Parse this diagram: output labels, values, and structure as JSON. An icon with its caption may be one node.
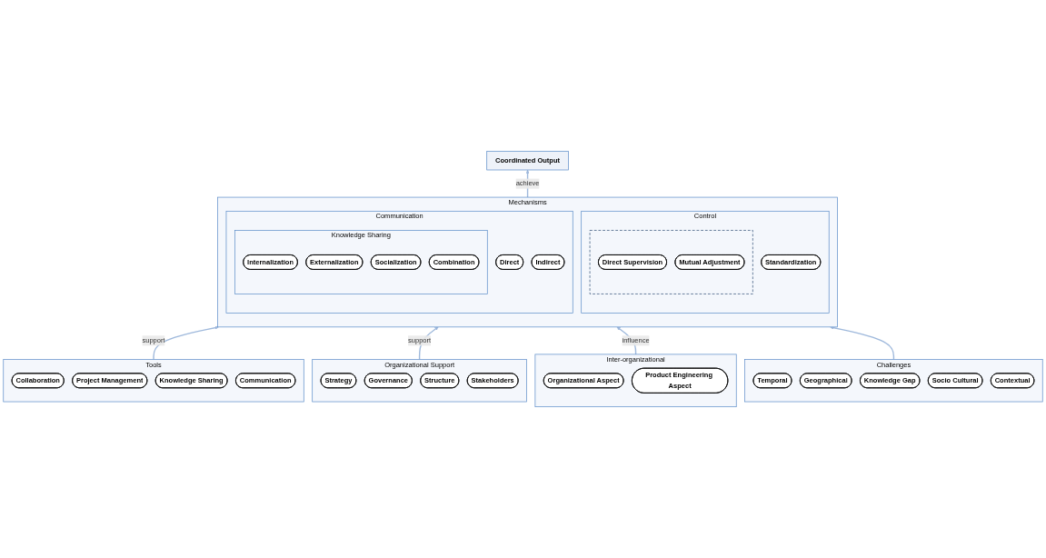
{
  "diagram": {
    "nodes": [
      {
        "text": [
          "Coordinated Output"
        ]
      },
      {
        "text": [
          "Mechanisms"
        ]
      },
      {
        "text": [
          "Control"
        ],
        "in": 1
      },
      {
        "text": [],
        "shape": "box",
        "in": 2
      },
      {
        "text": [
          "Direct Supervision"
        ],
        "in": 3
      },
      {
        "text": [
          "Mutual Adjustment"
        ],
        "in": 3
      },
      {
        "text": [
          "Standardization"
        ],
        "in": 2
      },
      {
        "text": [
          "Communication"
        ],
        "in": 1
      },
      {
        "text": [
          "Direct"
        ],
        "in": 7
      },
      {
        "text": [
          "Indirect"
        ],
        "in": 7
      },
      {
        "text": [
          "Knowledge Sharing"
        ],
        "in": 7
      },
      {
        "text": [
          "Internalization"
        ],
        "in": 10
      },
      {
        "text": [
          "Externalization"
        ],
        "in": 10
      },
      {
        "text": [
          "Socialization"
        ],
        "in": 10
      },
      {
        "text": [
          "Combination"
        ],
        "in": 10
      },
      {
        "text": [
          "Tools"
        ]
      },
      {
        "text": [
          "Collaboration"
        ],
        "in": 15
      },
      {
        "text": [
          "Project Management"
        ],
        "in": 15
      },
      {
        "text": [
          "Knowledge Sharing"
        ],
        "in": 15
      },
      {
        "text": [
          "Communication"
        ],
        "in": 15
      },
      {
        "text": [
          "Organizational Support"
        ]
      },
      {
        "text": [
          "Strategy"
        ],
        "in": 20
      },
      {
        "text": [
          "Governance"
        ],
        "in": 20
      },
      {
        "text": [
          "Structure"
        ],
        "in": 20
      },
      {
        "text": [
          "Stakeholders"
        ],
        "in": 20
      },
      {
        "text": [
          "Inter-organizational"
        ]
      },
      {
        "text": [
          "Organizational Aspect"
        ],
        "in": 25
      },
      {
        "text": [
          "Product Engineering Aspect"
        ],
        "in": 25
      },
      {
        "text": [
          "Challenges"
        ]
      },
      {
        "text": [
          "Temporal"
        ],
        "in": 28
      },
      {
        "text": [
          "Geographical"
        ],
        "in": 28
      },
      {
        "text": [
          "Knowledge Gap"
        ],
        "in": 28
      },
      {
        "text": [
          "Socio Cultural"
        ],
        "in": 28
      },
      {
        "text": [
          "Contextual"
        ],
        "in": 28
      }
    ],
    "edges": [
      {
        "from": 1,
        "to": 0,
        "arrow": "to",
        "label": "achieve"
      },
      {
        "from": 15,
        "to": 1,
        "arrow": "to",
        "label": "support"
      },
      {
        "from": 20,
        "to": 1,
        "arrow": "to",
        "label": "support"
      },
      {
        "from": 25,
        "to": 1,
        "arrow": "to",
        "label": "influence"
      },
      {
        "from": 28,
        "to": 1,
        "arrow": "to"
      }
    ]
  }
}
